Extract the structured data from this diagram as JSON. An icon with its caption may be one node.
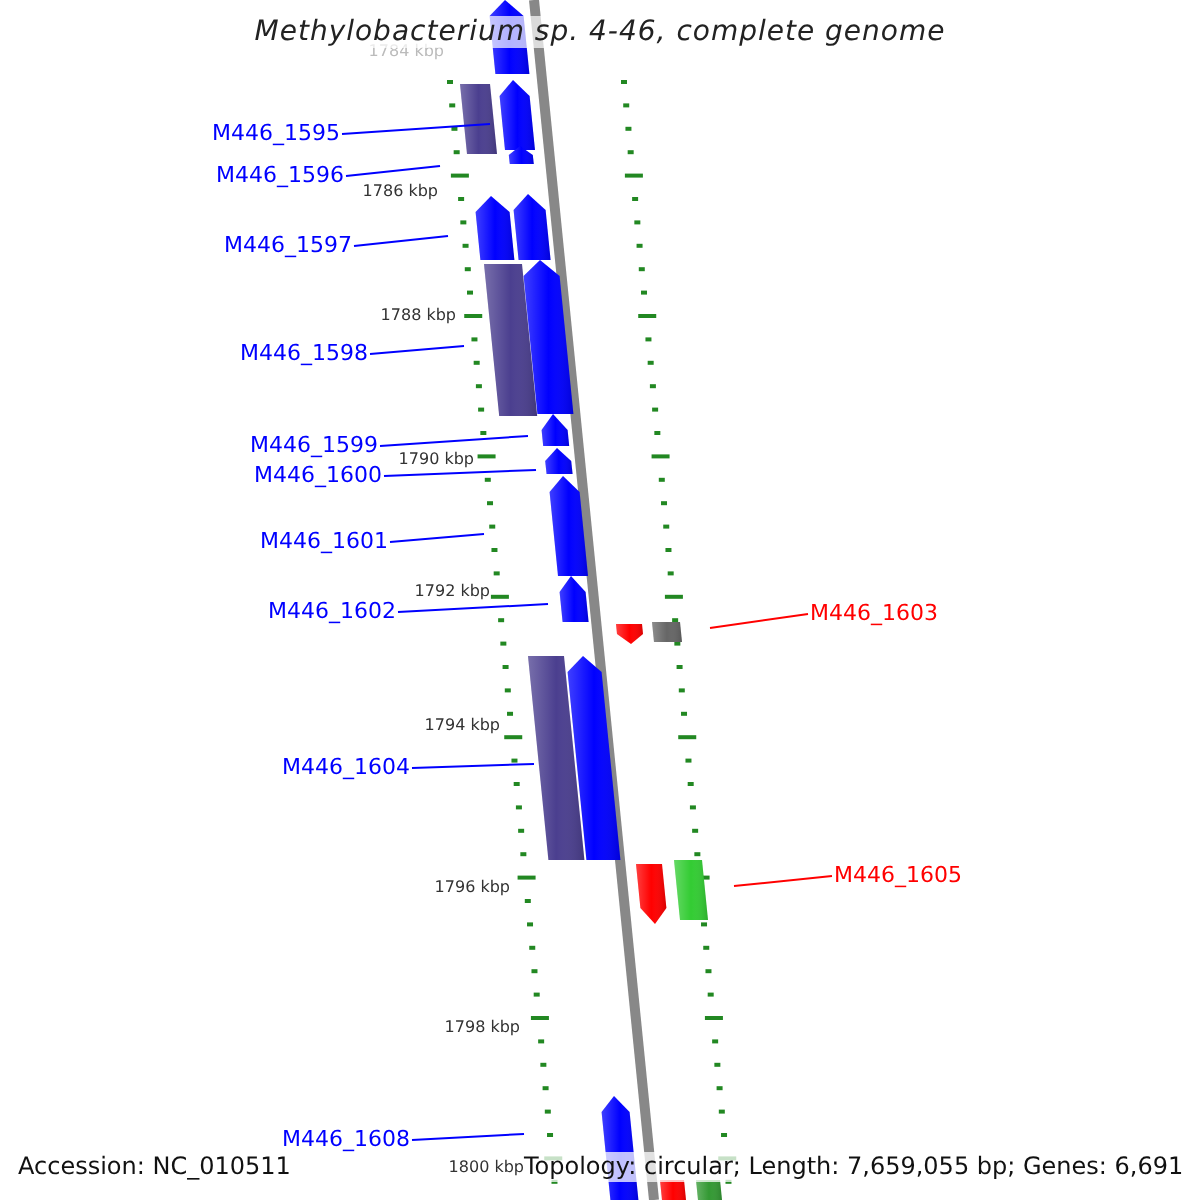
{
  "diagram": {
    "title": "Methylobacterium sp. 4-46, complete genome",
    "nodes": [
      {
        "text": [
          "M446_1595"
        ]
      },
      {
        "text": [
          "M446_1596"
        ]
      },
      {
        "text": [
          "M446_1597"
        ]
      },
      {
        "text": [
          "M446_1598"
        ]
      },
      {
        "text": [
          "M446_1599"
        ]
      },
      {
        "text": [
          "M446_1600"
        ]
      },
      {
        "text": [
          "M446_1601"
        ]
      },
      {
        "text": [
          "M446_1602"
        ]
      },
      {
        "text": [
          "M446_1603"
        ]
      },
      {
        "text": [
          "M446_1604"
        ]
      },
      {
        "text": [
          "M446_1605"
        ]
      },
      {
        "text": [
          "M446_1608"
        ]
      }
    ],
    "edges": [
      {
        "from": 0,
        "to": null,
        "arrow": "none"
      },
      {
        "from": 1,
        "to": null,
        "arrow": "none"
      },
      {
        "from": 2,
        "to": null,
        "arrow": "none"
      },
      {
        "from": 3,
        "to": null,
        "arrow": "none"
      },
      {
        "from": 4,
        "to": null,
        "arrow": "none"
      },
      {
        "from": 5,
        "to": null,
        "arrow": "none"
      },
      {
        "from": 6,
        "to": null,
        "arrow": "none"
      },
      {
        "from": 7,
        "to": null,
        "arrow": "none"
      },
      {
        "from": 8,
        "to": null,
        "arrow": "none",
        "color": "#ff0000"
      },
      {
        "from": 9,
        "to": null,
        "arrow": "none"
      },
      {
        "from": 10,
        "to": null,
        "arrow": "none",
        "color": "#ff0000"
      },
      {
        "from": 11,
        "to": null,
        "arrow": "none"
      }
    ],
    "labels": [
      "1784 kbp",
      "1786 kbp",
      "1788 kbp",
      "1790 kbp",
      "1792 kbp",
      "1794 kbp",
      "1796 kbp",
      "1798 kbp",
      "1800 kbp",
      "Accession: NC_010511",
      "Topology: circular; Length: 7,659,055 bp; Genes: 6,691"
    ]
  }
}
